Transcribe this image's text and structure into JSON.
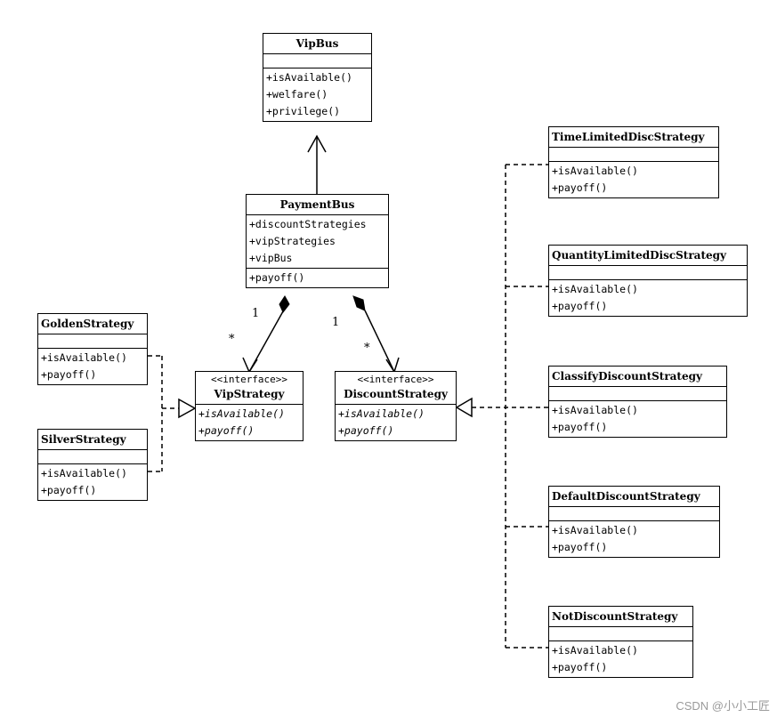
{
  "classes": {
    "vipbus": {
      "name": "VipBus",
      "members": [
        "+isAvailable()",
        "+welfare()",
        "+privilege()"
      ]
    },
    "paymentbus": {
      "name": "PaymentBus",
      "attributes": [
        "+discountStrategies",
        "+vipStrategies",
        "+vipBus"
      ],
      "methods": [
        "+payoff()"
      ]
    },
    "golden": {
      "name": "GoldenStrategy",
      "methods": [
        "+isAvailable()",
        "+payoff()"
      ]
    },
    "silver": {
      "name": "SilverStrategy",
      "methods": [
        "+isAvailable()",
        "+payoff()"
      ]
    },
    "vipstrategy": {
      "stereotype": "<<interface>>",
      "name": "VipStrategy",
      "methods": [
        "+isAvailable()",
        "+payoff()"
      ]
    },
    "discountstrategy": {
      "stereotype": "<<interface>>",
      "name": "DiscountStrategy",
      "methods": [
        "+isAvailable()",
        "+payoff()"
      ]
    },
    "timelimited": {
      "name": "TimeLimitedDiscStrategy",
      "methods": [
        "+isAvailable()",
        "+payoff()"
      ]
    },
    "quantitylimited": {
      "name": "QuantityLimitedDiscStrategy",
      "methods": [
        "+isAvailable()",
        "+payoff()"
      ]
    },
    "classify": {
      "name": "ClassifyDiscountStrategy",
      "methods": [
        "+isAvailable()",
        "+payoff()"
      ]
    },
    "default": {
      "name": "DefaultDiscountStrategy",
      "methods": [
        "+isAvailable()",
        "+payoff()"
      ]
    },
    "notdiscount": {
      "name": "NotDiscountStrategy",
      "methods": [
        "+isAvailable()",
        "+payoff()"
      ]
    }
  },
  "multiplicities": {
    "vip_one": "1",
    "vip_many": "*",
    "discount_one": "1",
    "discount_many": "*"
  },
  "watermark": "CSDN @小小工匠"
}
